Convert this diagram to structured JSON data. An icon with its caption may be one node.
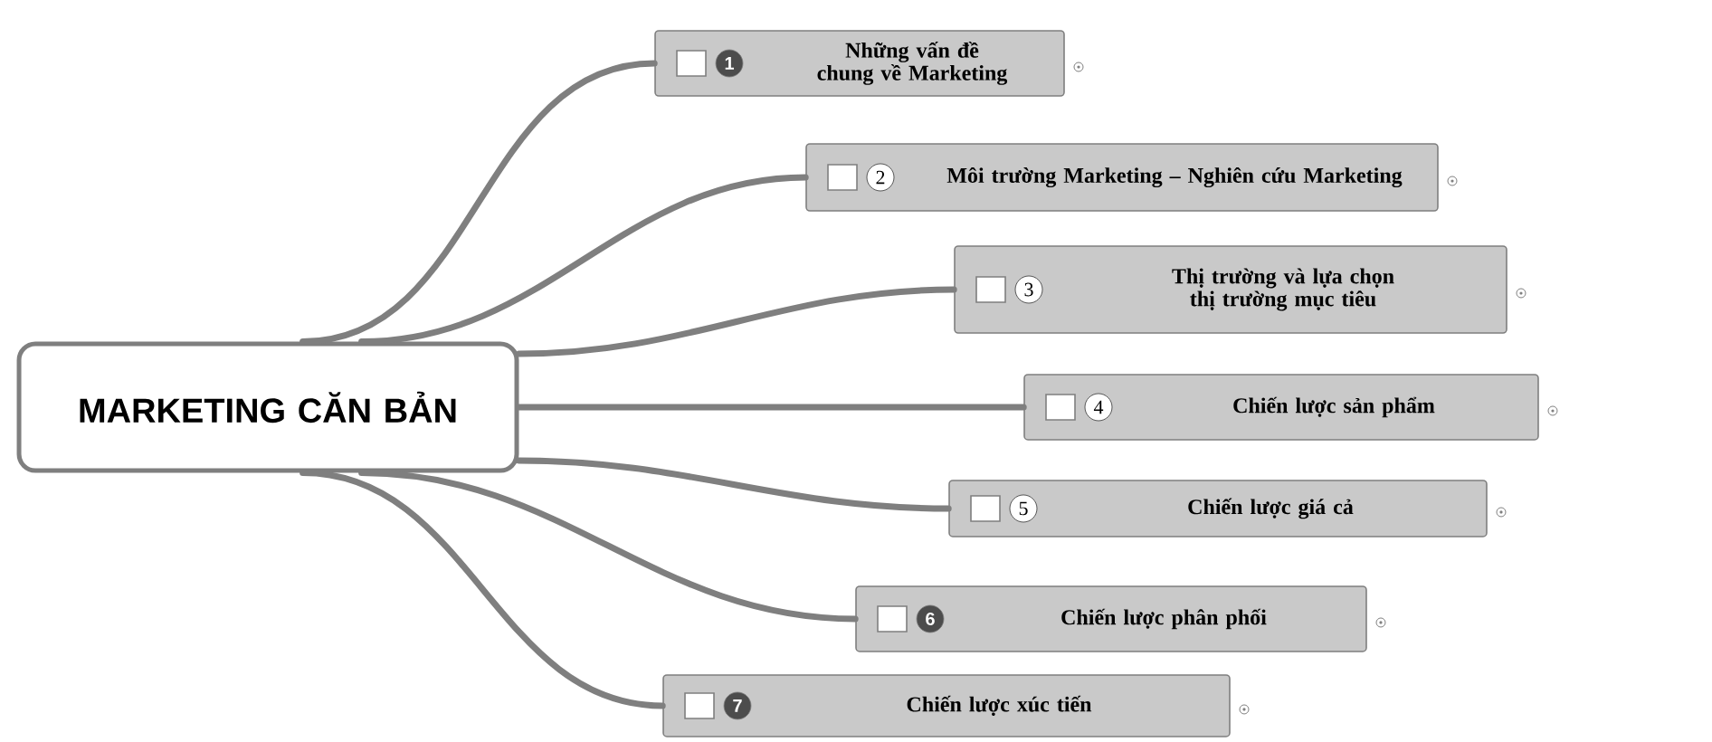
{
  "diagram": {
    "nodes": [
      {
        "text": [
          "MARKETING CĂN BẢN"
        ]
      },
      {
        "text": [
          "1",
          "Những vấn đề chung về Marketing"
        ]
      },
      {
        "text": [
          "2",
          "Môi trường Marketing – Nghiên cứu Marketing"
        ]
      },
      {
        "text": [
          "3",
          "Thị trường và lựa chọn thị trường mục tiêu"
        ]
      },
      {
        "text": [
          "4",
          "Chiến lược sản phẩm"
        ]
      },
      {
        "text": [
          "5",
          "Chiến lược giá cả"
        ]
      },
      {
        "text": [
          "6",
          "Chiến lược phân phối"
        ]
      },
      {
        "text": [
          "7",
          "Chiến lược xúc tiến"
        ]
      }
    ],
    "edges": [
      {
        "from": 0,
        "to": 1,
        "arrow": "none"
      },
      {
        "from": 0,
        "to": 2,
        "arrow": "none"
      },
      {
        "from": 0,
        "to": 3,
        "arrow": "none"
      },
      {
        "from": 0,
        "to": 4,
        "arrow": "none"
      },
      {
        "from": 0,
        "to": 5,
        "arrow": "none"
      },
      {
        "from": 0,
        "to": 6,
        "arrow": "none"
      },
      {
        "from": 0,
        "to": 7,
        "arrow": "none"
      }
    ]
  }
}
